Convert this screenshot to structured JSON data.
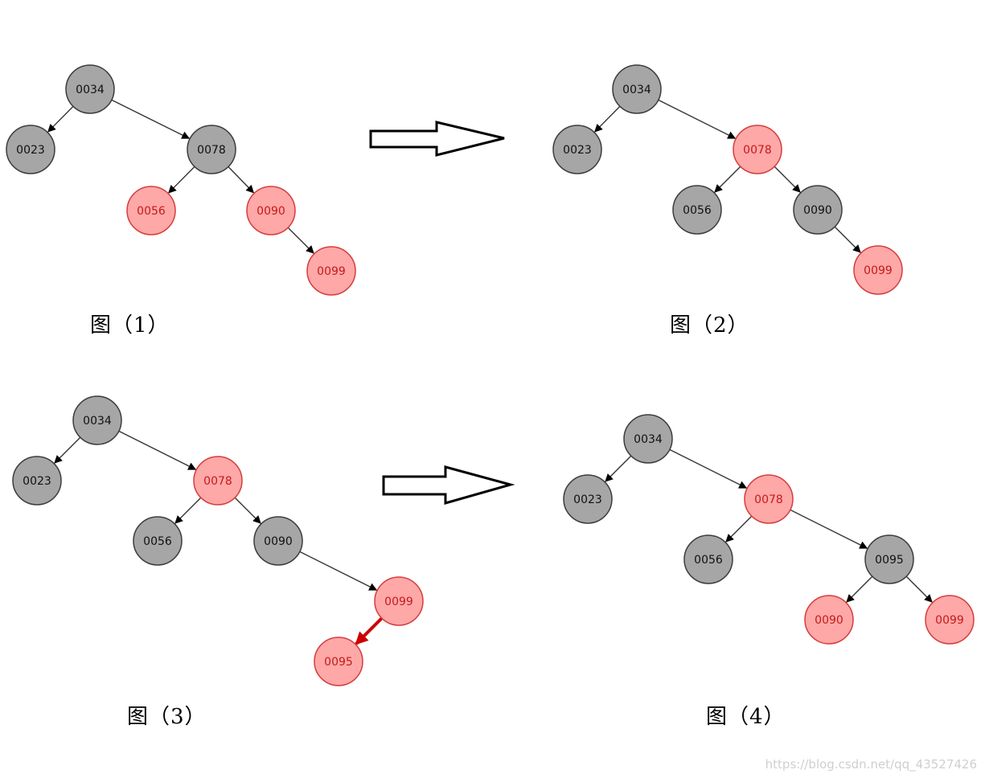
{
  "colors": {
    "black_node_fill": "#a6a6a6",
    "black_node_stroke": "#3c3c3c",
    "black_node_text": "#111111",
    "red_node_fill": "#ffa8a8",
    "red_node_stroke": "#d63c3c",
    "red_node_text": "#c41a1a",
    "edge": "#333333",
    "highlight_edge": "#cc0000"
  },
  "figures": [
    {
      "caption": "图（1）",
      "nodes": [
        {
          "key": "0034",
          "color": "black"
        },
        {
          "key": "0023",
          "color": "black"
        },
        {
          "key": "0078",
          "color": "black"
        },
        {
          "key": "0056",
          "color": "red"
        },
        {
          "key": "0090",
          "color": "red"
        },
        {
          "key": "0099",
          "color": "red"
        }
      ],
      "edges": [
        [
          "0034",
          "0023"
        ],
        [
          "0034",
          "0078"
        ],
        [
          "0078",
          "0056"
        ],
        [
          "0078",
          "0090"
        ],
        [
          "0090",
          "0099"
        ]
      ]
    },
    {
      "caption": "图（2）",
      "nodes": [
        {
          "key": "0034",
          "color": "black"
        },
        {
          "key": "0023",
          "color": "black"
        },
        {
          "key": "0078",
          "color": "red"
        },
        {
          "key": "0056",
          "color": "black"
        },
        {
          "key": "0090",
          "color": "black"
        },
        {
          "key": "0099",
          "color": "red"
        }
      ],
      "edges": [
        [
          "0034",
          "0023"
        ],
        [
          "0034",
          "0078"
        ],
        [
          "0078",
          "0056"
        ],
        [
          "0078",
          "0090"
        ],
        [
          "0090",
          "0099"
        ]
      ]
    },
    {
      "caption": "图（3）",
      "nodes": [
        {
          "key": "0034",
          "color": "black"
        },
        {
          "key": "0023",
          "color": "black"
        },
        {
          "key": "0078",
          "color": "red"
        },
        {
          "key": "0056",
          "color": "black"
        },
        {
          "key": "0090",
          "color": "black"
        },
        {
          "key": "0099",
          "color": "red"
        },
        {
          "key": "0095",
          "color": "red"
        }
      ],
      "edges": [
        [
          "0034",
          "0023"
        ],
        [
          "0034",
          "0078"
        ],
        [
          "0078",
          "0056"
        ],
        [
          "0078",
          "0090"
        ],
        [
          "0090",
          "0099"
        ],
        [
          "0099",
          "0095",
          "highlight"
        ]
      ]
    },
    {
      "caption": "图（4）",
      "nodes": [
        {
          "key": "0034",
          "color": "black"
        },
        {
          "key": "0023",
          "color": "black"
        },
        {
          "key": "0078",
          "color": "red"
        },
        {
          "key": "0056",
          "color": "black"
        },
        {
          "key": "0095",
          "color": "black"
        },
        {
          "key": "0090",
          "color": "red"
        },
        {
          "key": "0099",
          "color": "red"
        }
      ],
      "edges": [
        [
          "0034",
          "0023"
        ],
        [
          "0034",
          "0078"
        ],
        [
          "0078",
          "0056"
        ],
        [
          "0078",
          "0095"
        ],
        [
          "0095",
          "0090"
        ],
        [
          "0095",
          "0099"
        ]
      ]
    }
  ],
  "watermark": "https://blog.csdn.net/qq_43527426"
}
